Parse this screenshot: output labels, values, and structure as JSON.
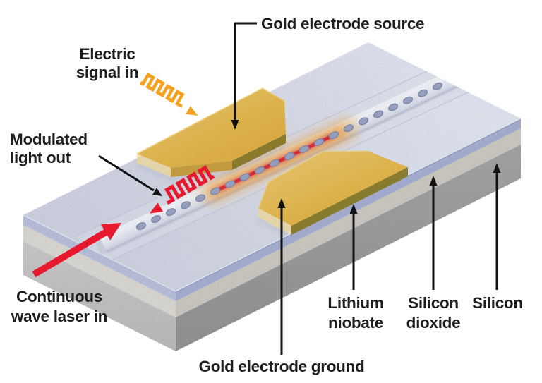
{
  "labels": {
    "gold_electrode_source": "Gold electrode source",
    "electric_signal_in": [
      "Electric",
      "signal in"
    ],
    "modulated_light_out": [
      "Modulated",
      "light out"
    ],
    "continuous_wave_laser_in": [
      "Continuous",
      "wave laser in"
    ],
    "gold_electrode_ground": "Gold electrode ground",
    "lithium_niobate": [
      "Lithium",
      "niobate"
    ],
    "silicon_dioxide": [
      "Silicon",
      "dioxide"
    ],
    "silicon": "Silicon"
  },
  "icons": {
    "electric_signal": "square-wave-arrow-icon",
    "modulated_light": "square-wave-arrow-icon",
    "laser_input": "thick-arrow-icon",
    "pointer_lines": "black-arrow-connector"
  },
  "colors": {
    "label_text": "#1E1E1E",
    "signal_orange": "#F5A11F",
    "laser_red": "#E6192E",
    "gold_top": "#E9B83F",
    "gold_front_edge": "#8A7A1E",
    "gold_bevel": "#CC9D33",
    "gold_tip_face": "#F4E0AB",
    "chip_surface": "#DCE0EB",
    "waveguide_ridge": "#F0F2F8",
    "hole_fill": "#98A2C2",
    "glow_orange": "#F49B2F",
    "glow_red": "#DE1F2E",
    "lithium_niobate_layer": "#A6AFD3",
    "silicon_dioxide_layer": "#D0CCC0",
    "silicon_layer": "#9A9A98"
  }
}
